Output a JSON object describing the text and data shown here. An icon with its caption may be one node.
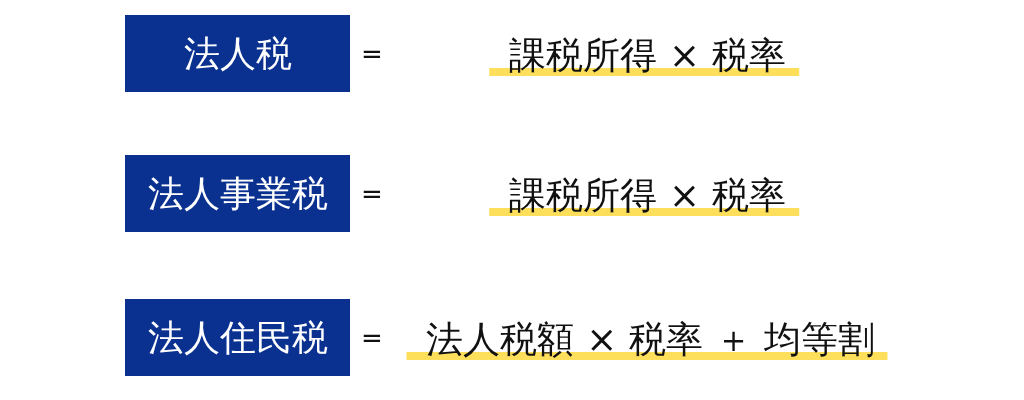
{
  "diagram": {
    "nodes": [
      {
        "text": [
          "法人税"
        ],
        "beside": [
          "=",
          "課税所得 × 税率"
        ]
      },
      {
        "text": [
          "法人事業税"
        ],
        "beside": [
          "=",
          "課税所得 × 税率"
        ]
      },
      {
        "text": [
          "法人住民税"
        ],
        "beside": [
          "=",
          "法人税額 × 税率 ＋ 均等割"
        ]
      }
    ]
  }
}
